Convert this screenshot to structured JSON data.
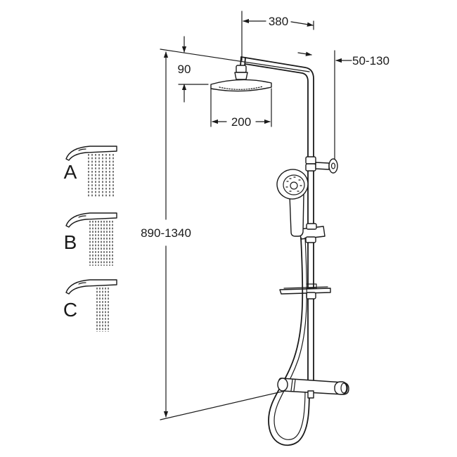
{
  "dimensions": {
    "arm_reach": "380",
    "head_offset": "90",
    "head_diameter": "200",
    "wall_offset": "50-130",
    "height_range": "890-1340"
  },
  "spray_modes": [
    {
      "label": "A"
    },
    {
      "label": "B"
    },
    {
      "label": "C"
    }
  ]
}
